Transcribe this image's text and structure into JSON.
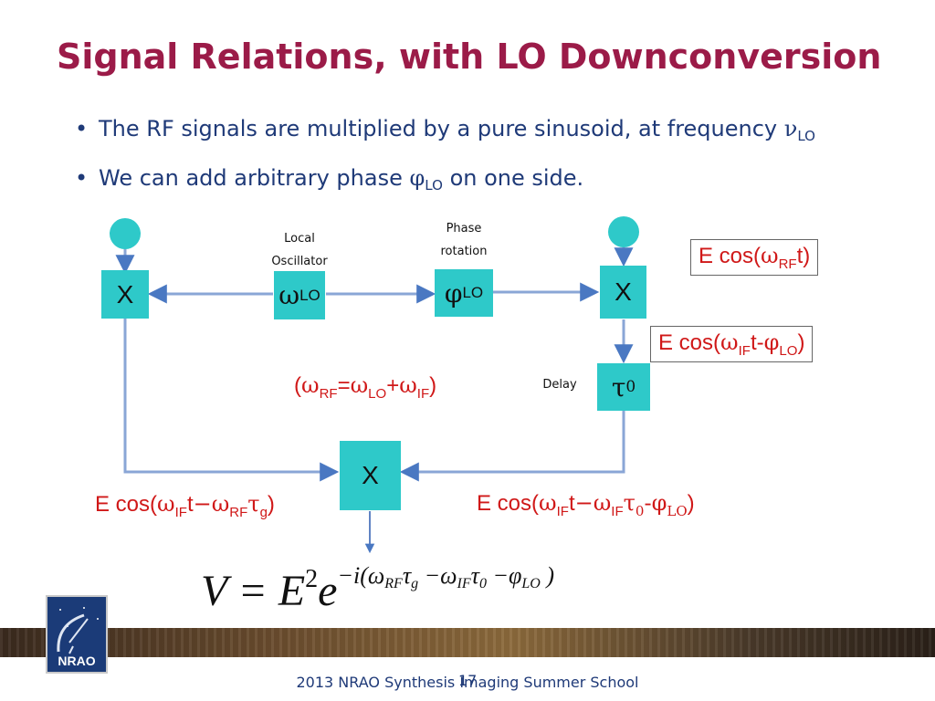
{
  "title": "Signal Relations, with LO Downconversion",
  "bullets": [
    {
      "text": "The RF signals are multiplied by a pure sinusoid, at frequency ",
      "symbol": "ν",
      "sub": "LO",
      "after": ""
    },
    {
      "text": "We can add arbitrary phase ",
      "symbol": "φ",
      "sub": "LO",
      "after": " on one side."
    }
  ],
  "diagram": {
    "mixer_left": "X",
    "mixer_right": "X",
    "mixer_bottom": "X",
    "lo_box": {
      "symbol": "ω",
      "sub": "LO"
    },
    "phase_box": {
      "symbol": "φ",
      "sub": "LO"
    },
    "delay_box": {
      "symbol": "τ",
      "sub": "0"
    },
    "local_osc_label": [
      "Local",
      "Oscillator"
    ],
    "phase_rot_label": [
      "Phase",
      "rotation"
    ],
    "delay_label": "Delay",
    "signal_rf": "E cos(ωRFt)",
    "signal_if_phase": "E cos(ωIFt-φLO)",
    "freq_relation": "(ωRF=ωLO+ωIF)",
    "out_left": "E cos(ωIFt−ωRFτg)",
    "out_right": "E cos(ωIFt−ωIFτ0-φLO)"
  },
  "formula": "V = E2e−i(ωRFτg −ωIFτ0 −φLO )",
  "logo_text": "NRAO",
  "footer": "2013 NRAO Synthesis Imaging Summer School",
  "page_number": "17"
}
